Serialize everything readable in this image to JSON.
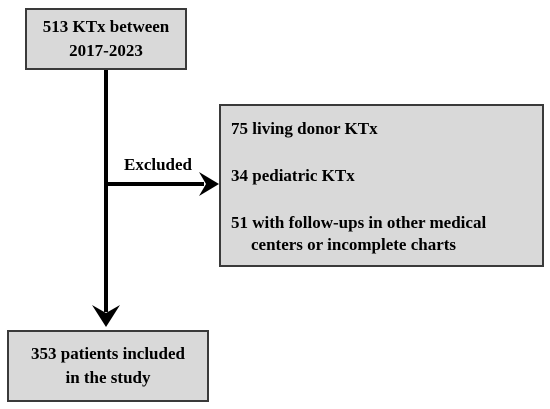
{
  "top_box": {
    "line1": "513 KTx between",
    "line2": "2017-2023"
  },
  "excluded_label": "Excluded",
  "excluded_box": {
    "items": [
      {
        "text": "75 living donor KTx"
      },
      {
        "text": "34 pediatric KTx"
      },
      {
        "line1": "51 with follow-ups in other medical",
        "line2": "centers or incomplete charts"
      }
    ]
  },
  "bottom_box": {
    "line1": "353 patients included",
    "line2": "in the study"
  }
}
